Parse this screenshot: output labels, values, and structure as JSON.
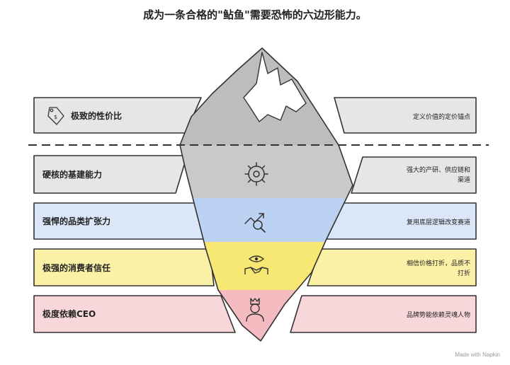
{
  "title": "成为一条合格的\"鲇鱼\"需要恐怖的六边形能力。",
  "left_labels": [
    "极致的性价比",
    "硬核的基建能力",
    "强悍的品类扩张力",
    "极强的消费者信任",
    "极度依赖CEO"
  ],
  "right_labels": [
    [
      "定义价值的定价锚点"
    ],
    [
      "强大的产研、供应链和",
      "渠道"
    ],
    [
      "复用底层逻辑改变赛道"
    ],
    [
      "相信价格打折，品质不",
      "打折"
    ],
    [
      "品牌势能依赖灵魂人物"
    ]
  ],
  "icons": [
    "price-tag-icon",
    "ship-wheel-icon",
    "growth-magnifier-icon",
    "eye-handshake-icon",
    "crowned-person-icon"
  ],
  "colors": {
    "band_gray": "#e6e6e6",
    "band_blue": "#dbe6f8",
    "band_yellow": "#fbf1a6",
    "band_pink": "#f8d7da",
    "ice_top": "#bdbdbd",
    "ice_gray": "#c9c9c9",
    "ice_blue": "#bcd2f3",
    "ice_yellow": "#f7e873",
    "ice_pink": "#f4bcc1"
  },
  "footer": "Made with Napkin"
}
